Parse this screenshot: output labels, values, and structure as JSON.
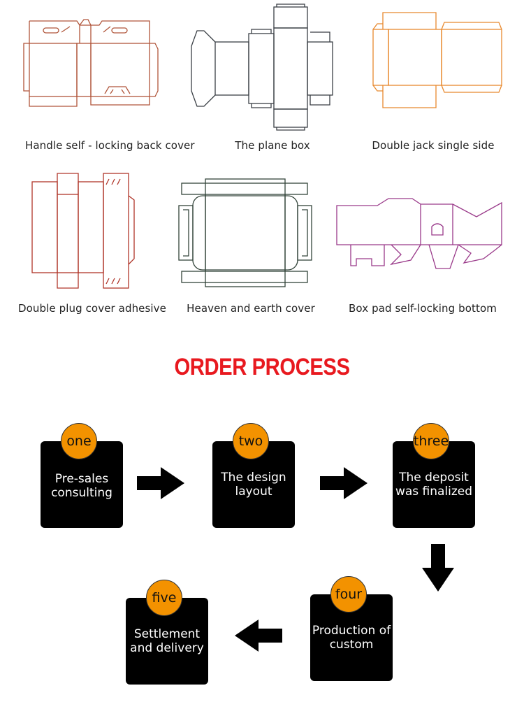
{
  "box_types": [
    {
      "label": "Handle self - locking back cover",
      "color": "#b0553a",
      "icon": "handle-box-dieline-icon"
    },
    {
      "label": "The plane box",
      "color": "#3a3f45",
      "icon": "plane-box-dieline-icon"
    },
    {
      "label": "Double jack single side",
      "color": "#e8892e",
      "icon": "double-jack-box-dieline-icon"
    },
    {
      "label": "Double plug cover adhesive",
      "color": "#b0362a",
      "icon": "double-plug-box-dieline-icon"
    },
    {
      "label": "Heaven and earth cover",
      "color": "#33443a",
      "icon": "heaven-earth-box-dieline-icon"
    },
    {
      "label": "Box pad self-locking bottom",
      "color": "#9a3a8a",
      "icon": "pad-bottom-box-dieline-icon"
    }
  ],
  "order_process": {
    "title": "ORDER PROCESS",
    "title_color": "#e8191f",
    "badge_color": "#f39200",
    "steps": [
      {
        "number": "one",
        "text": "Pre-sales consulting"
      },
      {
        "number": "two",
        "text": "The design layout"
      },
      {
        "number": "three",
        "text": "The deposit was finalized"
      },
      {
        "number": "four",
        "text": "Production of custom"
      },
      {
        "number": "five",
        "text": "Settlement and delivery"
      }
    ]
  }
}
